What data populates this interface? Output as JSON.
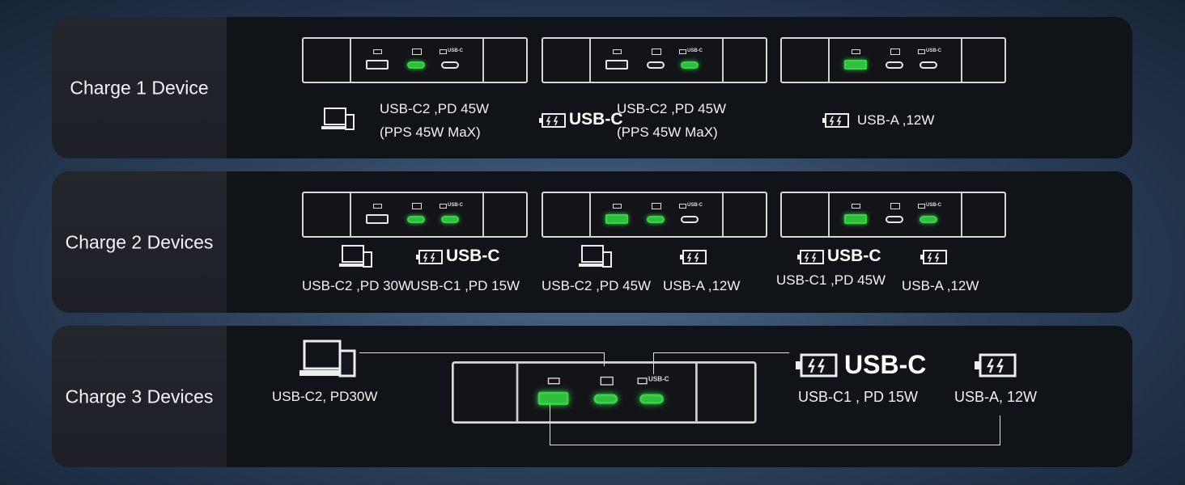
{
  "rows": [
    {
      "title": "Charge 1 Device"
    },
    {
      "title": "Charge 2 Devices"
    },
    {
      "title": "Charge 3 Devices"
    }
  ],
  "port_labels": {
    "usbc": "USB-C"
  },
  "row1": {
    "c1": {
      "line1": "USB-C2 ,PD 45W",
      "line2": "(PPS 45W MaX)"
    },
    "c2": {
      "brand": "USB-C",
      "line1": "USB-C2 ,PD 45W",
      "line2": "(PPS 45W MaX)"
    },
    "c3": {
      "line1": "USB-A ,12W"
    }
  },
  "row2": {
    "c1": {
      "brand": "USB-C",
      "labelA": "USB-C2 ,PD 30W",
      "labelB": "USB-C1 ,PD 15W"
    },
    "c2": {
      "labelA": "USB-C2 ,PD 45W",
      "labelB": "USB-A ,12W"
    },
    "c3": {
      "brand": "USB-C",
      "labelA": "USB-C1 ,PD 45W",
      "labelB": "USB-A ,12W"
    }
  },
  "row3": {
    "laptop_label": "USB-C2, PD30W",
    "brand": "USB-C",
    "c1_label": "USB-C1 , PD 15W",
    "a_label": "USB-A, 12W"
  },
  "colors": {
    "active_port": "#39d348",
    "panel": "#14171d",
    "background": "#2d435e"
  },
  "icons": [
    "laptop-phone-icon",
    "battery-icon"
  ]
}
